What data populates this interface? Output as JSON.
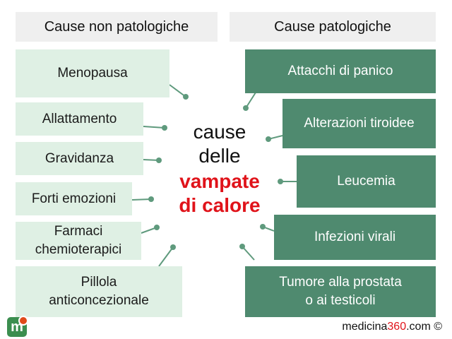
{
  "headers": {
    "left": "Cause non patologiche",
    "right": "Cause patologiche"
  },
  "left_causes": [
    "Menopausa",
    "Allattamento",
    "Gravidanza",
    "Forti emozioni",
    "Farmaci\nchemioterapici",
    "Pillola\nanticoncezionale"
  ],
  "right_causes": [
    "Attacchi di panico",
    "Alterazioni tiroidee",
    "Leucemia",
    "Infezioni virali",
    "Tumore alla prostata\no ai testicoli"
  ],
  "center": {
    "line1": "cause",
    "line2": "delle",
    "line3": "vampate",
    "line4": "di calore"
  },
  "footer": {
    "brand_prefix": "medicina",
    "brand_number": "360",
    "brand_suffix": ".com ©"
  },
  "logo": {
    "letter": "m"
  },
  "colors": {
    "light_box": "#dff0e4",
    "dark_box": "#4f8a6f",
    "connector": "#5f9a7d",
    "highlight": "#e0131a"
  }
}
